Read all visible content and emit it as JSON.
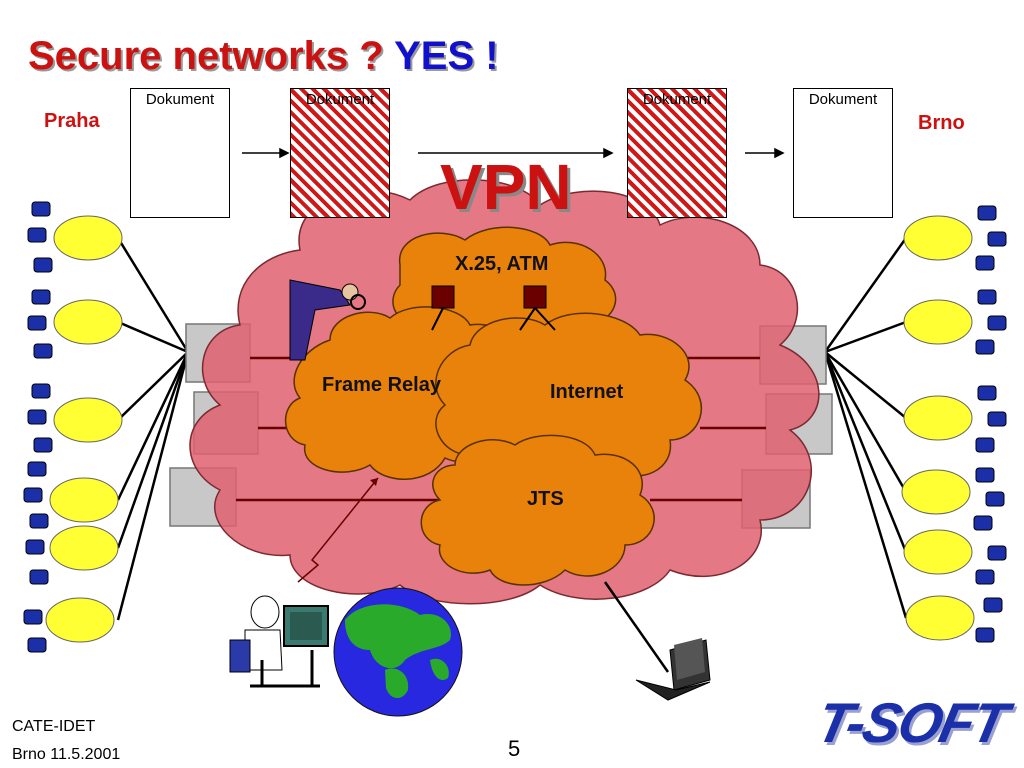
{
  "title": {
    "part1": "Secure networks ?",
    "part2": "YES !"
  },
  "cities": {
    "left": "Praha",
    "right": "Brno"
  },
  "documents": [
    {
      "label": "Dokument",
      "state": "plain"
    },
    {
      "label": "Dokument",
      "state": "encrypted"
    },
    {
      "label": "Dokument",
      "state": "encrypted"
    },
    {
      "label": "Dokument",
      "state": "plain"
    }
  ],
  "vpn_label": "VPN",
  "networks": {
    "x25": "X.25, ATM",
    "frame_relay": "Frame Relay",
    "internet": "Internet",
    "jts": "JTS"
  },
  "footer": {
    "org": "CATE-IDET",
    "place_date": "Brno 11.5.2001",
    "page": "5"
  },
  "logo_text": "T-SOFT",
  "colors": {
    "title_red": "#cc1111",
    "title_blue": "#1111cc",
    "vpn_cloud": "#e06070",
    "network_cloud": "#e8820a",
    "lan_cloud": "#ffff33",
    "logo_blue": "#1a2fa8"
  }
}
